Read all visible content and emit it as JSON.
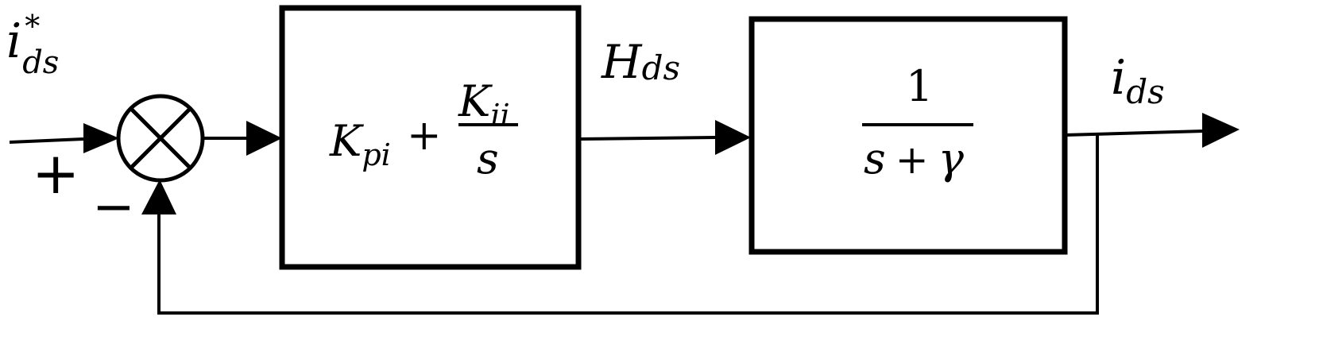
{
  "diagram": {
    "input_signal": {
      "base": "i",
      "superscript": "*",
      "subscript": "ds"
    },
    "summing_junction": {
      "plus_sign": "+",
      "minus_sign": "−"
    },
    "controller_block": {
      "term1_base": "K",
      "term1_sub": "pi",
      "plus": "+",
      "numerator_base": "K",
      "numerator_sub": "ii",
      "denominator": "s"
    },
    "intermediate_signal": {
      "base": "H",
      "subscript": "ds"
    },
    "plant_block": {
      "numerator": "1",
      "denominator_s": "s",
      "denominator_plus": "+",
      "denominator_gamma": "γ"
    },
    "output_signal": {
      "base": "i",
      "subscript": "ds"
    },
    "colors": {
      "stroke": "#000000",
      "background": "#ffffff"
    }
  }
}
